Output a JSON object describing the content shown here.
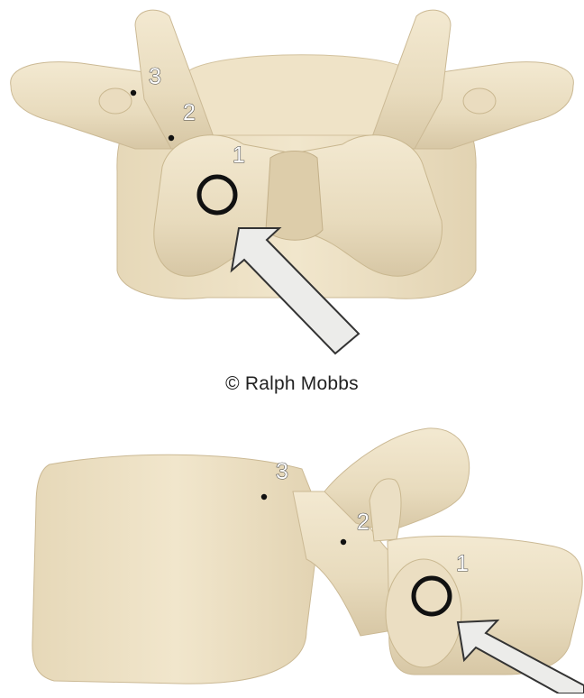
{
  "copyright": "© Ralph Mobbs",
  "top_view": {
    "markers": [
      {
        "label": "1"
      },
      {
        "label": "2"
      },
      {
        "label": "3"
      }
    ]
  },
  "side_view": {
    "markers": [
      {
        "label": "1"
      },
      {
        "label": "2"
      },
      {
        "label": "3"
      }
    ]
  },
  "colors": {
    "bone": "#e9dcc0",
    "bone_shade": "#cdbd9c",
    "bone_highlight": "#f5ecd6",
    "circle": "#111111",
    "arrow_fill": "#ebebe6",
    "arrow_stroke": "#333333"
  }
}
